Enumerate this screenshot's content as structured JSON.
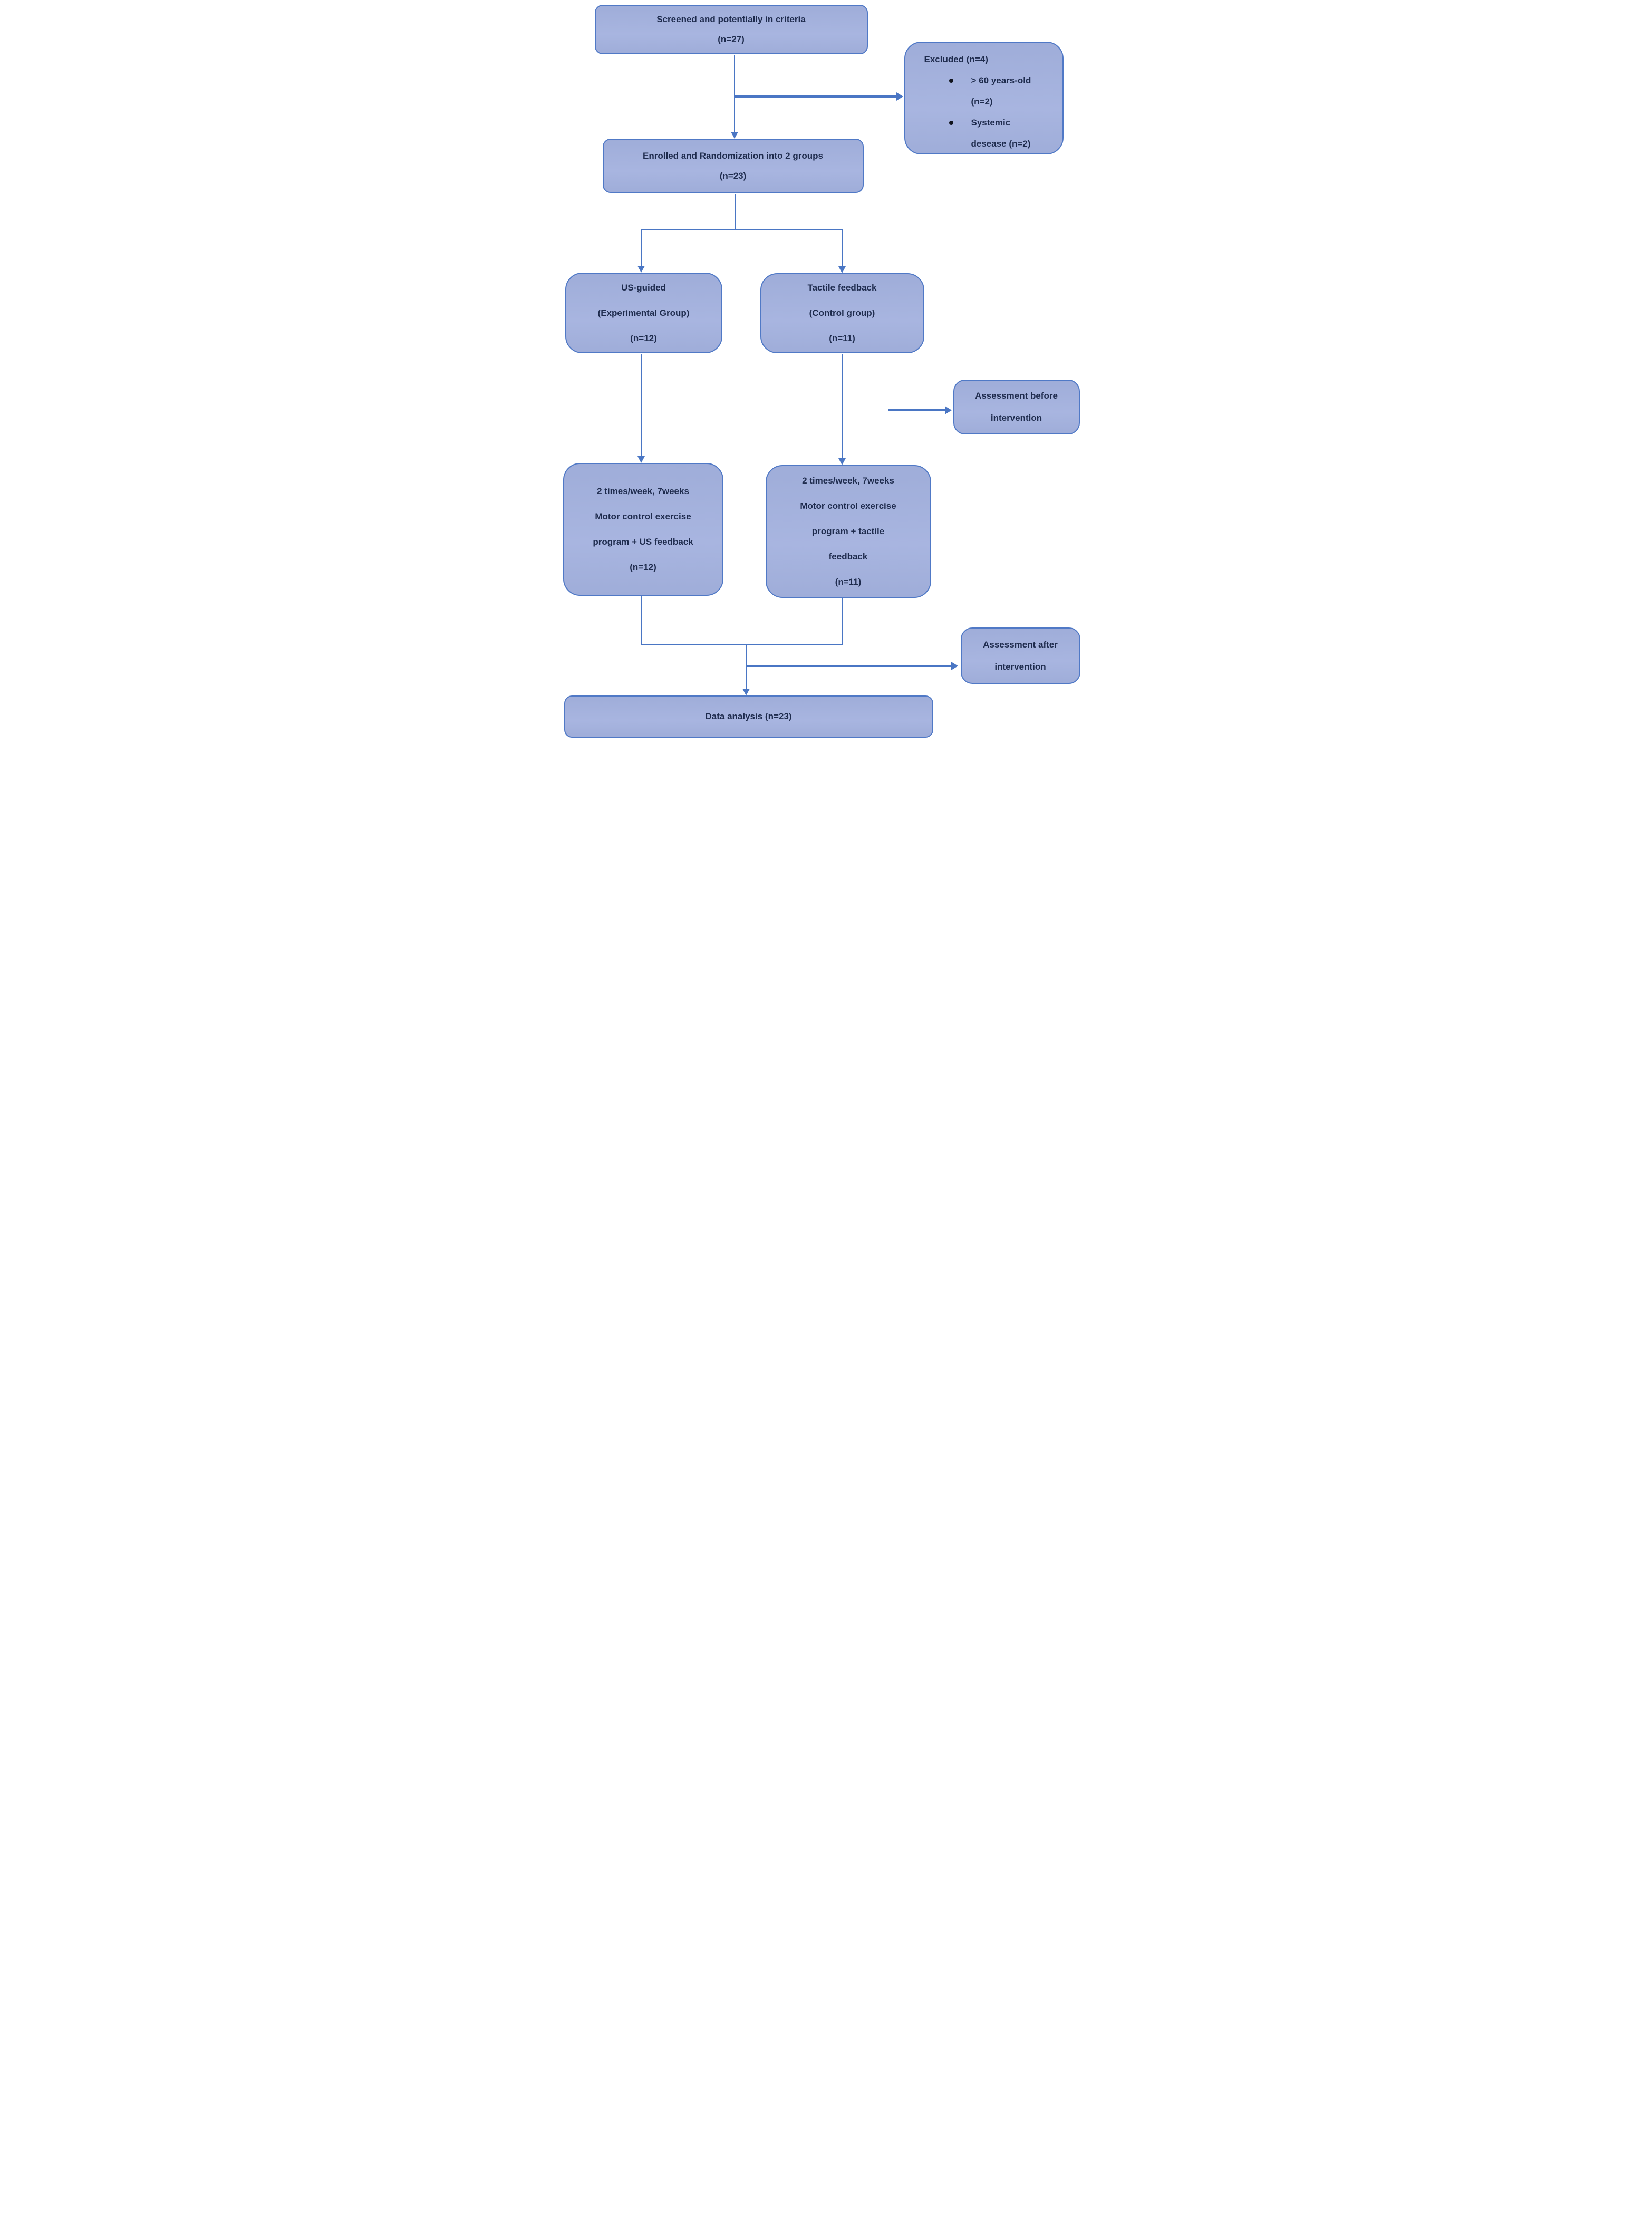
{
  "diagram": {
    "colors": {
      "arrow": "#4a76c4",
      "box_border": "#5079c6",
      "box_fill_top": "#9fadd9",
      "box_fill_bottom": "#a8b5e0",
      "text": "#1e2b4d",
      "bullet": "#10131c"
    },
    "nodes": {
      "screened": {
        "lines": [
          "Screened and potentially in criteria",
          "(n=27)"
        ]
      },
      "excluded": {
        "title": "Excluded (n=4)",
        "bullets": [
          {
            "lines": [
              "> 60 years-old",
              "(n=2)"
            ]
          },
          {
            "lines": [
              "Systemic",
              "desease (n=2)"
            ]
          }
        ]
      },
      "enrolled": {
        "lines": [
          "Enrolled and Randomization into 2 groups",
          "(n=23)"
        ]
      },
      "us_guided": {
        "lines": [
          "US-guided",
          "(Experimental Group)",
          "(n=12)"
        ]
      },
      "tactile": {
        "lines": [
          "Tactile feedback",
          "(Control group)",
          "(n=11)"
        ]
      },
      "assess_before": {
        "lines": [
          "Assessment before",
          "intervention"
        ]
      },
      "exercise_us": {
        "lines": [
          "2 times/week, 7weeks",
          "Motor control exercise",
          "program + US feedback",
          "(n=12)"
        ]
      },
      "exercise_tactile": {
        "lines": [
          "2 times/week, 7weeks",
          "Motor control exercise",
          "program + tactile",
          "feedback",
          "(n=11)"
        ]
      },
      "assess_after": {
        "lines": [
          "Assessment after",
          "intervention"
        ]
      },
      "data_analysis": {
        "lines": [
          "Data analysis (n=23)"
        ]
      }
    }
  }
}
